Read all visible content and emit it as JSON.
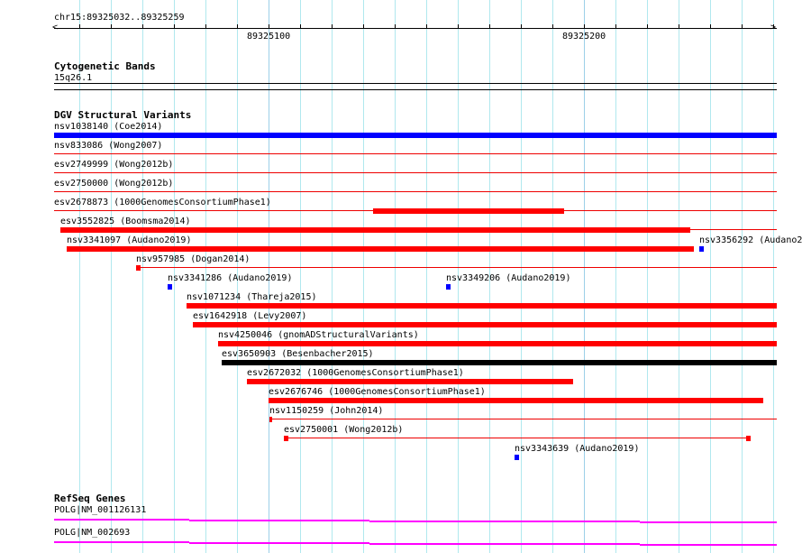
{
  "ruler": {
    "location": "chr15:89325032..89325259",
    "ticks": [
      "89325100",
      "89325200"
    ]
  },
  "tracks": {
    "cytoband": {
      "title": "Cytogenetic Bands",
      "band": "15q26.1"
    },
    "dgv": {
      "title": "DGV Structural Variants",
      "features": [
        "nsv1038140 (Coe2014)",
        "nsv833086 (Wong2007)",
        "esv2749999 (Wong2012b)",
        "esv2750000 (Wong2012b)",
        "esv2678873 (1000GenomesConsortiumPhase1)",
        "esv3552825 (Boomsma2014)",
        "nsv3341097 (Audano2019)",
        "nsv3356292 (Audano2",
        "nsv957985 (Dogan2014)",
        "nsv3341286 (Audano2019)",
        "nsv3349206 (Audano2019)",
        "nsv1071234 (Thareja2015)",
        "esv1642918 (Levy2007)",
        "nsv4250046 (gnomADStructuralVariants)",
        "esv3650903 (Besenbacher2015)",
        "esv2672032 (1000GenomesConsortiumPhase1)",
        "esv2676746 (1000GenomesConsortiumPhase1)",
        "nsv1150259 (John2014)",
        "esv2750001 (Wong2012b)",
        "nsv3343639 (Audano2019)"
      ]
    },
    "refseq": {
      "title": "RefSeq Genes",
      "genes": [
        "POLG|NM_001126131",
        "POLG|NM_002693"
      ]
    }
  },
  "colors": {
    "gain": "#0000ff",
    "loss": "#ff0000",
    "complex": "#000000",
    "gene": "#ff00ff",
    "grid": "#b0e8ee"
  }
}
